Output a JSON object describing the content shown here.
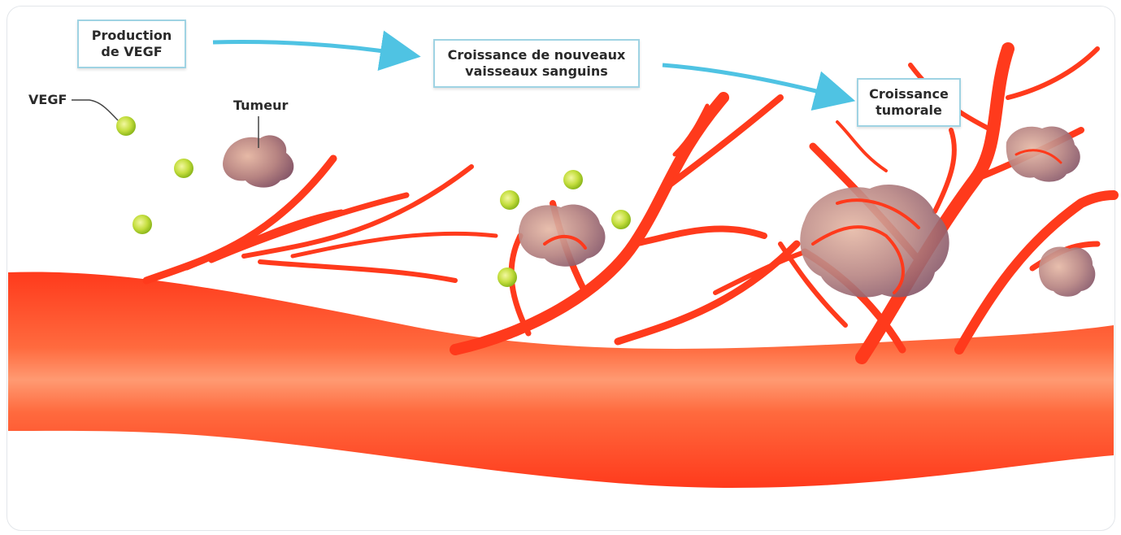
{
  "steps": {
    "production": {
      "line1": "Production",
      "line2": "de VEGF"
    },
    "croissance_vaisseaux": {
      "line1": "Croissance de nouveaux",
      "line2": "vaisseaux sanguins"
    },
    "croissance_tumorale": {
      "line1": "Croissance",
      "line2": "tumorale"
    }
  },
  "labels": {
    "vegf": "VEGF",
    "tumeur": "Tumeur"
  },
  "colors": {
    "vessel": "#ff3a1c",
    "vessel_light": "#ff8a63",
    "arrow": "#4fc3e3",
    "box_border": "#9fd3e3",
    "vegf_dot": "#b9dc3c",
    "tumor": "#a06e72"
  }
}
